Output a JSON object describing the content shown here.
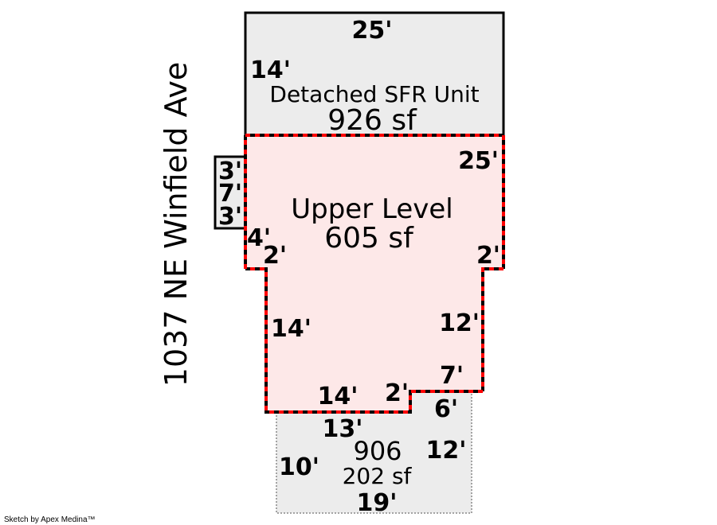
{
  "street": "1037 NE Winfield Ave",
  "credit": "Sketch by Apex Medina™",
  "colors": {
    "gray_fill": "#ececec",
    "pink_fill": "#fde8e8",
    "red_line": "#ff0000",
    "black_line": "#000000"
  },
  "areas": {
    "detached": {
      "name": "Detached SFR Unit",
      "area": "926 sf"
    },
    "upper": {
      "name": "Upper Level",
      "area": "605 sf"
    },
    "lower": {
      "name": "906",
      "area": "202 sf"
    }
  },
  "dims": {
    "detached_top": "25'",
    "detached_side": "14'",
    "bay_top": "3'",
    "bay_mid": "7'",
    "bay_bot": "3'",
    "upper_right_top": "25'",
    "upper_left_4": "4'",
    "upper_left_2": "2'",
    "upper_right_2": "2'",
    "upper_left_14": "14'",
    "upper_right_12": "12'",
    "upper_bottom_14": "14'",
    "upper_step_2": "2'",
    "upper_step_7": "7'",
    "lower_right_6": "6'",
    "lower_top_13": "13'",
    "lower_left_10": "10'",
    "lower_right_12": "12'",
    "lower_bottom_19": "19'"
  }
}
